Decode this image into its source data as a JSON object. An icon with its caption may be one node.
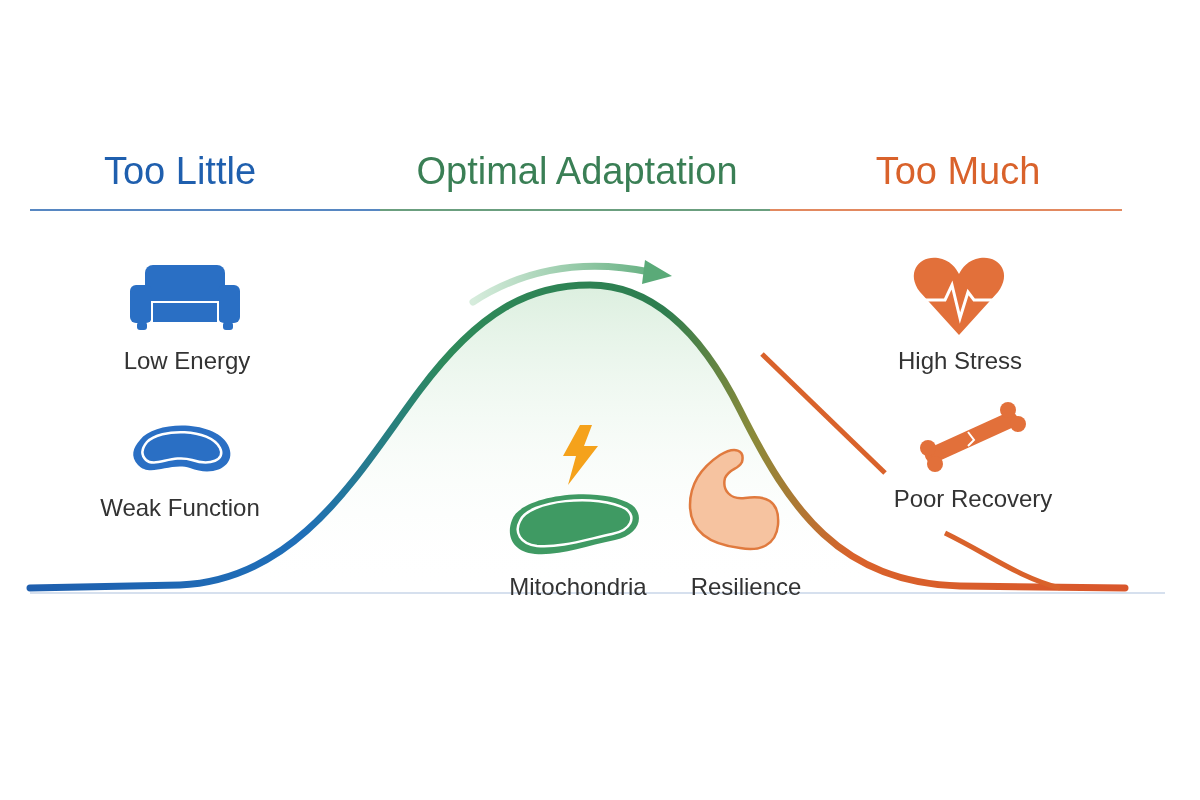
{
  "diagram": {
    "labels": [
      "Too Little",
      "Optimal Adaptation",
      "Too Much",
      "Low Energy",
      "Weak Function",
      "Mitochondria",
      "Resilience",
      "High Stress",
      "Poor Recovery"
    ]
  }
}
